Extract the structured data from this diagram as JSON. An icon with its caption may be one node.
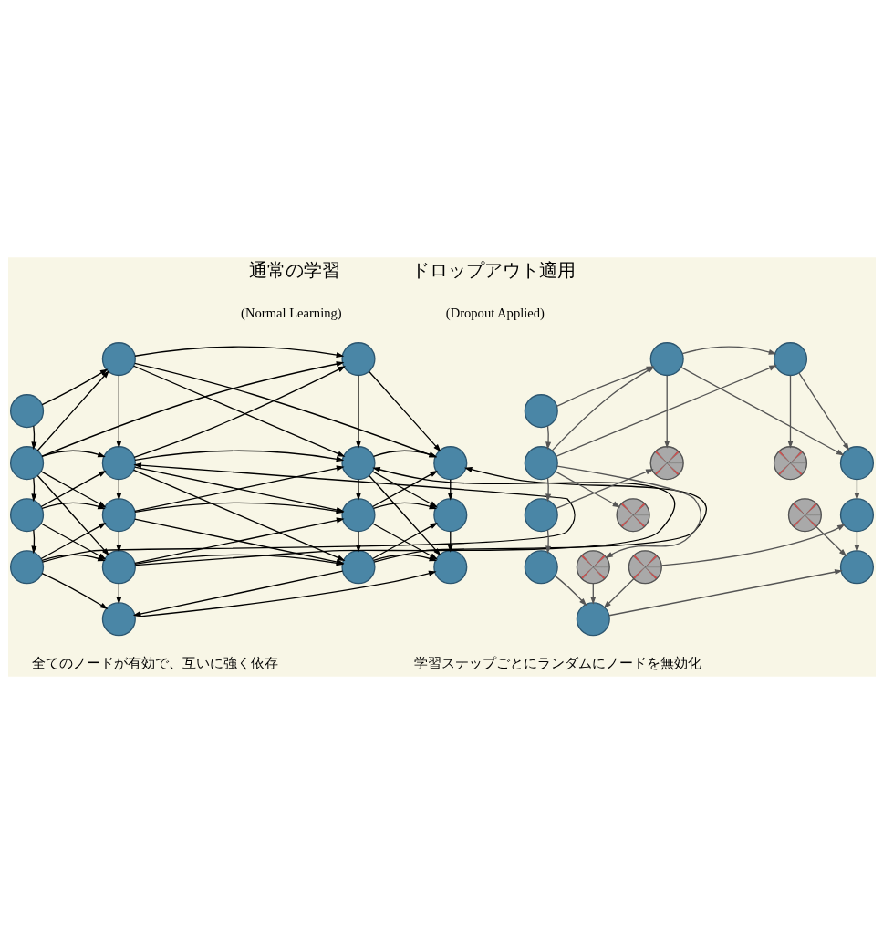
{
  "diagram": {
    "nodes": [
      {
        "text": [],
        "shape": "circle"
      },
      {
        "text": [],
        "shape": "circle"
      },
      {
        "text": [],
        "shape": "circle"
      },
      {
        "text": [],
        "shape": "circle"
      },
      {
        "text": [],
        "shape": "circle"
      },
      {
        "text": [],
        "shape": "circle"
      },
      {
        "text": [],
        "shape": "circle"
      },
      {
        "text": [],
        "shape": "circle"
      },
      {
        "text": [],
        "shape": "circle"
      },
      {
        "text": [],
        "shape": "circle"
      },
      {
        "text": [],
        "shape": "circle"
      },
      {
        "text": [],
        "shape": "circle"
      },
      {
        "text": [],
        "shape": "circle"
      },
      {
        "text": [],
        "shape": "circle"
      },
      {
        "text": [],
        "shape": "circle"
      },
      {
        "text": [],
        "shape": "circle"
      },
      {
        "text": [],
        "shape": "circle"
      },
      {
        "text": [],
        "shape": "circle"
      },
      {
        "text": [],
        "shape": "circle"
      },
      {
        "text": [],
        "shape": "circle"
      },
      {
        "text": [],
        "shape": "crossed-circle"
      },
      {
        "text": [],
        "shape": "crossed-circle"
      },
      {
        "text": [],
        "shape": "circle"
      },
      {
        "text": [],
        "shape": "circle"
      },
      {
        "text": [],
        "shape": "crossed-circle"
      },
      {
        "text": [],
        "shape": "crossed-circle"
      },
      {
        "text": [],
        "shape": "circle"
      },
      {
        "text": [],
        "shape": "circle"
      },
      {
        "text": [],
        "shape": "crossed-circle"
      },
      {
        "text": [],
        "shape": "crossed-circle"
      },
      {
        "text": [],
        "shape": "circle"
      },
      {
        "text": [],
        "shape": "circle"
      }
    ],
    "edges": [
      {
        "from": 0,
        "to": 1,
        "arrow": "to"
      },
      {
        "from": 0,
        "to": 3,
        "arrow": "to"
      },
      {
        "from": 1,
        "to": 2,
        "arrow": "to"
      },
      {
        "from": 3,
        "to": 1,
        "arrow": "to"
      },
      {
        "from": 3,
        "to": 2,
        "arrow": "to"
      },
      {
        "from": 4,
        "to": 2,
        "arrow": "to"
      },
      {
        "from": 1,
        "to": 4,
        "arrow": "to"
      },
      {
        "from": 1,
        "to": 5,
        "arrow": "to"
      },
      {
        "from": 1,
        "to": 6,
        "arrow": "to"
      },
      {
        "from": 2,
        "to": 5,
        "arrow": "to"
      },
      {
        "from": 2,
        "to": 6,
        "arrow": "to"
      },
      {
        "from": 3,
        "to": 4,
        "arrow": "to"
      },
      {
        "from": 4,
        "to": 5,
        "arrow": "to"
      },
      {
        "from": 5,
        "to": 6,
        "arrow": "to"
      },
      {
        "from": 3,
        "to": 7,
        "arrow": "to"
      },
      {
        "from": 3,
        "to": 8,
        "arrow": "to"
      },
      {
        "from": 3,
        "to": 12,
        "arrow": "to"
      },
      {
        "from": 7,
        "to": 4,
        "arrow": "to"
      },
      {
        "from": 11,
        "to": 4,
        "arrow": "to"
      },
      {
        "from": 4,
        "to": 8,
        "arrow": "to"
      },
      {
        "from": 4,
        "to": 9,
        "arrow": "to"
      },
      {
        "from": 4,
        "to": 13,
        "arrow": "to"
      },
      {
        "from": 8,
        "to": 5,
        "arrow": "to"
      },
      {
        "from": 12,
        "to": 5,
        "arrow": "to"
      },
      {
        "from": 5,
        "to": 9,
        "arrow": "to"
      },
      {
        "from": 5,
        "to": 10,
        "arrow": "to"
      },
      {
        "from": 5,
        "to": 14,
        "arrow": "to"
      },
      {
        "from": 9,
        "to": 6,
        "arrow": "to"
      },
      {
        "from": 13,
        "to": 6,
        "arrow": "to"
      },
      {
        "from": 6,
        "to": 10,
        "arrow": "to"
      },
      {
        "from": 7,
        "to": 8,
        "arrow": "to"
      },
      {
        "from": 8,
        "to": 9,
        "arrow": "to"
      },
      {
        "from": 9,
        "to": 10,
        "arrow": "to"
      },
      {
        "from": 7,
        "to": 11,
        "arrow": "to"
      },
      {
        "from": 7,
        "to": 12,
        "arrow": "to"
      },
      {
        "from": 11,
        "to": 8,
        "arrow": "to"
      },
      {
        "from": 8,
        "to": 12,
        "arrow": "to"
      },
      {
        "from": 8,
        "to": 13,
        "arrow": "to"
      },
      {
        "from": 12,
        "to": 9,
        "arrow": "to"
      },
      {
        "from": 9,
        "to": 13,
        "arrow": "to"
      },
      {
        "from": 9,
        "to": 14,
        "arrow": "to"
      },
      {
        "from": 13,
        "to": 10,
        "arrow": "to"
      },
      {
        "from": 10,
        "to": 14,
        "arrow": "to"
      },
      {
        "from": 11,
        "to": 12,
        "arrow": "to"
      },
      {
        "from": 12,
        "to": 13,
        "arrow": "to"
      },
      {
        "from": 13,
        "to": 14,
        "arrow": "to"
      },
      {
        "from": 11,
        "to": 15,
        "arrow": "to"
      },
      {
        "from": 12,
        "to": 15,
        "arrow": "to"
      },
      {
        "from": 13,
        "to": 15,
        "arrow": "to"
      },
      {
        "from": 15,
        "to": 14,
        "arrow": "to"
      },
      {
        "from": 16,
        "to": 17,
        "arrow": "to",
        "color": "#555555"
      },
      {
        "from": 16,
        "to": 19,
        "arrow": "to",
        "color": "#555555"
      },
      {
        "from": 17,
        "to": 18,
        "arrow": "to",
        "color": "#555555"
      },
      {
        "from": 19,
        "to": 17,
        "arrow": "to",
        "color": "#555555"
      },
      {
        "from": 19,
        "to": 18,
        "arrow": "to",
        "color": "#555555"
      },
      {
        "from": 17,
        "to": 20,
        "arrow": "to",
        "color": "#555555"
      },
      {
        "from": 18,
        "to": 21,
        "arrow": "to",
        "color": "#555555"
      },
      {
        "from": 17,
        "to": 22,
        "arrow": "to",
        "color": "#555555"
      },
      {
        "from": 18,
        "to": 22,
        "arrow": "to",
        "color": "#555555"
      },
      {
        "from": 19,
        "to": 23,
        "arrow": "to",
        "color": "#555555"
      },
      {
        "from": 19,
        "to": 24,
        "arrow": "to",
        "color": "#555555"
      },
      {
        "from": 19,
        "to": 28,
        "arrow": "to",
        "color": "#555555"
      },
      {
        "from": 23,
        "to": 20,
        "arrow": "to",
        "color": "#555555"
      },
      {
        "from": 23,
        "to": 27,
        "arrow": "to",
        "color": "#555555"
      },
      {
        "from": 22,
        "to": 26,
        "arrow": "to",
        "color": "#555555"
      },
      {
        "from": 26,
        "to": 30,
        "arrow": "to",
        "color": "#555555"
      },
      {
        "from": 25,
        "to": 30,
        "arrow": "to",
        "color": "#555555"
      },
      {
        "from": 29,
        "to": 26,
        "arrow": "to",
        "color": "#555555"
      },
      {
        "from": 27,
        "to": 31,
        "arrow": "to",
        "color": "#555555"
      },
      {
        "from": 28,
        "to": 31,
        "arrow": "to",
        "color": "#555555"
      },
      {
        "from": 29,
        "to": 31,
        "arrow": "to",
        "color": "#555555"
      },
      {
        "from": 31,
        "to": 30,
        "arrow": "to",
        "color": "#555555"
      }
    ],
    "labels": [
      "通常の学習",
      "ドロップアウト適用",
      "(Normal Learning)",
      "(Dropout Applied)",
      "全てのノードが有効で、互いに強く依存",
      "学習ステップごとにランダムにノードを無効化"
    ]
  }
}
